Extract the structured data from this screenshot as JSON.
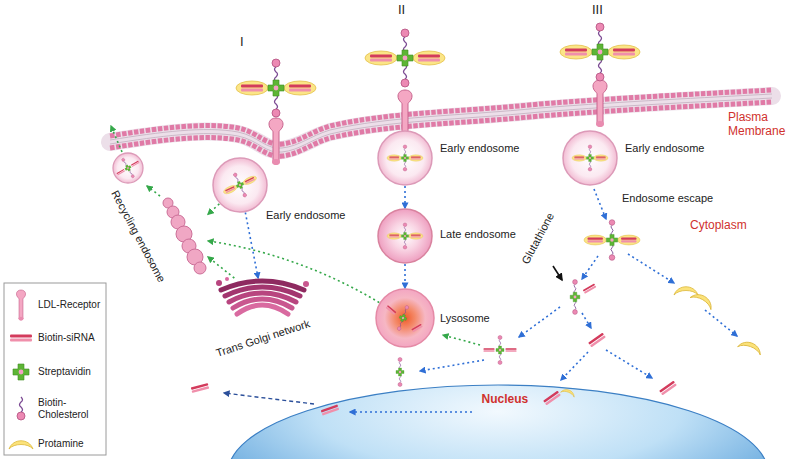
{
  "diagram": {
    "nodes": [
      {
        "text": [
          "Early endosome"
        ]
      },
      {
        "text": [
          "Early endosome"
        ]
      },
      {
        "text": [
          "Late endosome"
        ]
      },
      {
        "text": [
          "Lysosome"
        ]
      },
      {
        "text": [
          "Early endosome"
        ]
      },
      {
        "text": [
          "Trans Golgi network"
        ]
      },
      {
        "text": [
          "Recycling endosome"
        ]
      },
      {
        "text": [
          "Nucleus"
        ]
      }
    ],
    "edges": [
      {
        "from": 0,
        "to": 5,
        "arrow": "to"
      },
      {
        "from": 0,
        "to": 6,
        "arrow": "to"
      },
      {
        "from": 5,
        "to": 6,
        "arrow": "to"
      },
      {
        "from": 1,
        "to": 2,
        "arrow": "to"
      },
      {
        "from": 2,
        "to": 3,
        "arrow": "to"
      },
      {
        "from": 3,
        "to": 6,
        "arrow": "to"
      }
    ],
    "labels": [
      "I",
      "II",
      "III",
      "Plasma Membrane",
      "Endosome escape",
      "Cytoplasm",
      "Glutathione"
    ],
    "legend": [
      {
        "text": "LDL-Receptor"
      },
      {
        "text": "Biotin-siRNA"
      },
      {
        "text": "Streptavidin"
      },
      {
        "text": "Biotin-Cholesterol"
      },
      {
        "text": "Protamine"
      }
    ]
  }
}
